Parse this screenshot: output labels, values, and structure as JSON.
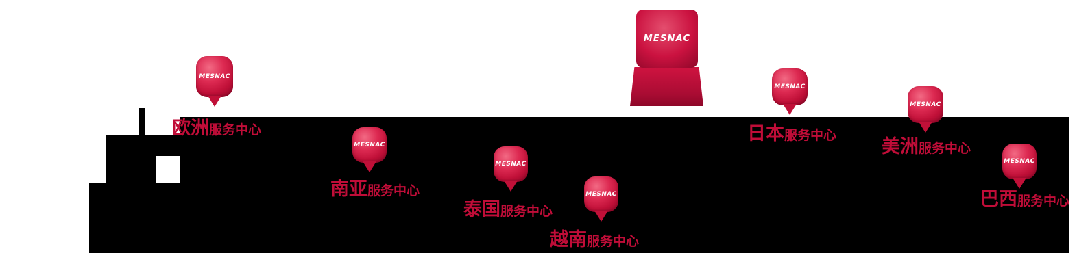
{
  "brand": "MESNAC",
  "colors": {
    "background": "#ffffff",
    "land": "#000000",
    "pin_red": "#c01038",
    "pin_red_light": "#f26a84",
    "pin_red_dark": "#8e0729",
    "label_red": "#c00d38",
    "logo_text": "#ffffff"
  },
  "headquarters": {
    "logo": "MESNAC"
  },
  "service_centers": [
    {
      "id": "europe",
      "region": "欧洲",
      "suffix": "服务中心",
      "pin_logo": "MESNAC"
    },
    {
      "id": "south-asia",
      "region": "南亚",
      "suffix": "服务中心",
      "pin_logo": "MESNAC"
    },
    {
      "id": "thailand",
      "region": "泰国",
      "suffix": "服务中心",
      "pin_logo": "MESNAC"
    },
    {
      "id": "vietnam",
      "region": "越南",
      "suffix": "服务中心",
      "pin_logo": "MESNAC"
    },
    {
      "id": "japan",
      "region": "日本",
      "suffix": "服务中心",
      "pin_logo": "MESNAC"
    },
    {
      "id": "americas",
      "region": "美洲",
      "suffix": "服务中心",
      "pin_logo": "MESNAC"
    },
    {
      "id": "brazil",
      "region": "巴西",
      "suffix": "服务中心",
      "pin_logo": "MESNAC"
    }
  ]
}
